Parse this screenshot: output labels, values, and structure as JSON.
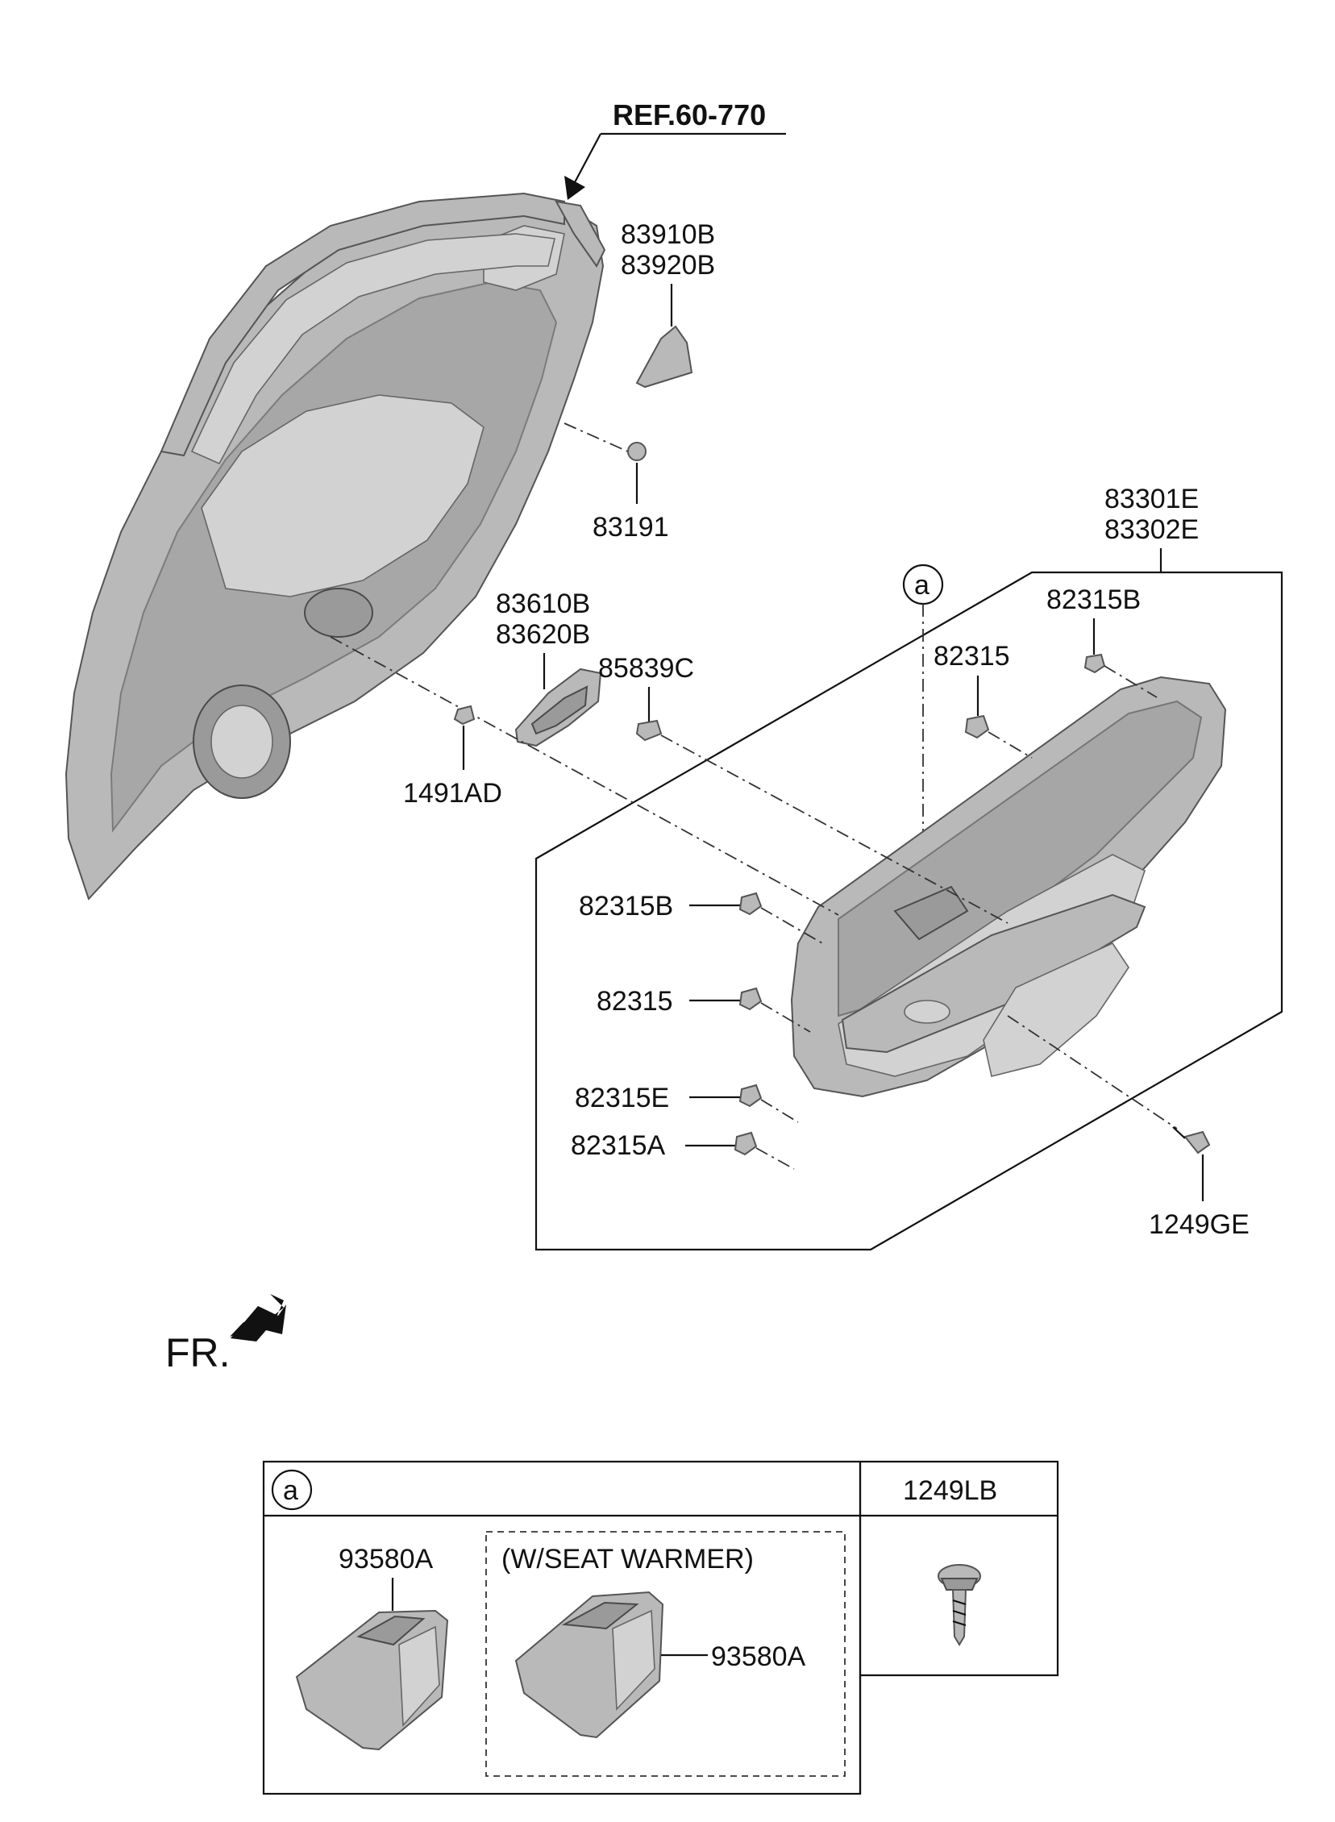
{
  "labels": {
    "ref": "REF.60-770",
    "p83910B": "83910B",
    "p83920B": "83920B",
    "p83191": "83191",
    "p83301E": "83301E",
    "p83302E": "83302E",
    "p82315B_top": "82315B",
    "p82315_top": "82315",
    "p83610B": "83610B",
    "p83620B": "83620B",
    "p85839C": "85839C",
    "p1491AD": "1491AD",
    "p82315B_left": "82315B",
    "p82315_left": "82315",
    "p82315E": "82315E",
    "p82315A": "82315A",
    "p1249GE": "1249GE",
    "circle_a": "a",
    "fr": "FR."
  },
  "table": {
    "header_a": "a",
    "header_bolt": "1249LB",
    "part_left": "93580A",
    "warmer_note": "(W/SEAT WARMER)",
    "part_right": "93580A"
  }
}
